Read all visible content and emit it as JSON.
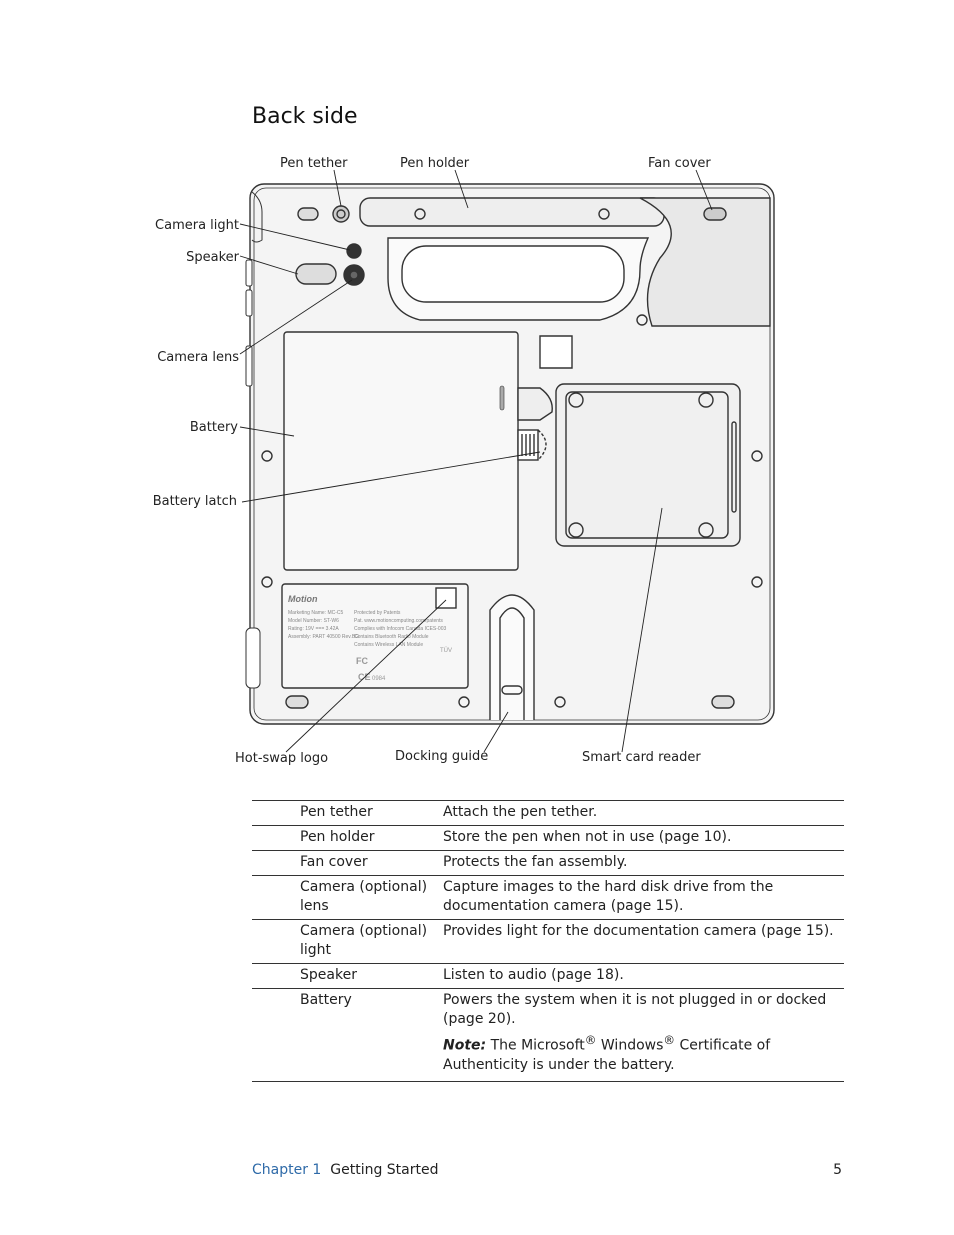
{
  "heading": "Back side",
  "callouts": {
    "pen_tether": "Pen tether",
    "pen_holder": "Pen holder",
    "fan_cover": "Fan cover",
    "camera_light": "Camera light",
    "speaker": "Speaker",
    "camera_lens": "Camera lens",
    "battery": "Battery",
    "battery_latch": "Battery latch",
    "hot_swap_logo": "Hot-swap logo",
    "docking_guide": "Docking guide",
    "smart_card_reader": "Smart card reader"
  },
  "device_label": {
    "brand": "Motion",
    "left_lines": [
      "Marketing Name: MC-C5",
      "Model Number: ST-W6",
      "Rating: 19V === 3.42A",
      "Assembly: PART 40500 Rev.BG"
    ],
    "right_lines": [
      "Protected by Patents",
      "Pat. www.motioncomputing.com/patents",
      "Complies with Infocom Canada ICES-003",
      "Contains Bluetooth Radio Module",
      "Contains Wireless LAN Module"
    ],
    "cert_marks": [
      "FC",
      "CE",
      "0984",
      "TÜV"
    ]
  },
  "table": {
    "rows": [
      {
        "name": "Pen tether",
        "desc": "Attach the pen tether."
      },
      {
        "name": "Pen holder",
        "desc": "Store the pen when not in use (page 10)."
      },
      {
        "name": "Fan cover",
        "desc": "Protects the fan assembly."
      },
      {
        "name": "Camera (optional) lens",
        "desc": "Capture images to the hard disk drive from the documentation camera (page 15)."
      },
      {
        "name": "Camera (optional) light",
        "desc": "Provides light for the documentation camera (page 15)."
      },
      {
        "name": "Speaker",
        "desc": "Listen to audio (page 18)."
      }
    ],
    "battery_row": {
      "name": "Battery",
      "desc": "Powers the system when it is not plugged in or docked (page 20).",
      "note_label": "Note:",
      "note_text_a": "The Microsoft",
      "note_sup_a": "®",
      "note_text_b": "Windows",
      "note_sup_b": "®",
      "note_text_c": "Certificate of Authenticity is under the battery."
    }
  },
  "footer": {
    "chapter": "Chapter 1",
    "section": "Getting Started",
    "page": "5"
  },
  "colors": {
    "chapter_blue": "#2e6aa8",
    "device_fill": "#f4f4f4",
    "device_stroke": "#333333"
  }
}
